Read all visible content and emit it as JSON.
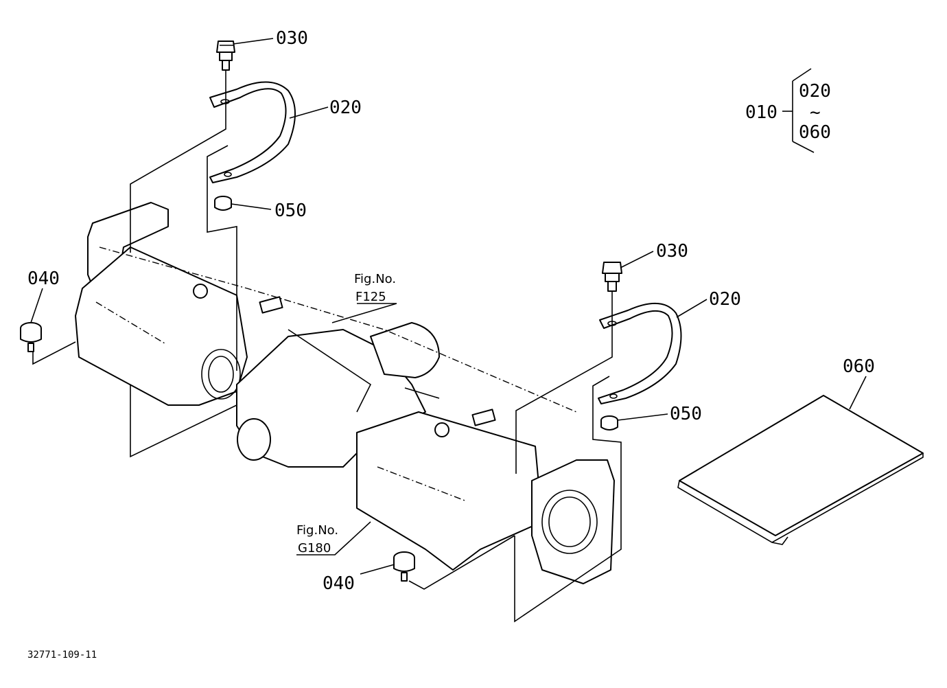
{
  "parts": {
    "p030_a": "030",
    "p020_a": "020",
    "p050_a": "050",
    "p040_a": "040",
    "p030_b": "030",
    "p020_b": "020",
    "p050_b": "050",
    "p040_b": "040",
    "p060": "060"
  },
  "assembly": {
    "code": "010",
    "range_start": "020",
    "range_tilde": "~",
    "range_end": "060"
  },
  "refs": {
    "ref1_line1": "Fig.No.",
    "ref1_line2": "F125",
    "ref2_line1": "Fig.No.",
    "ref2_line2": "G180"
  },
  "drawing_number": "32771-109-11"
}
